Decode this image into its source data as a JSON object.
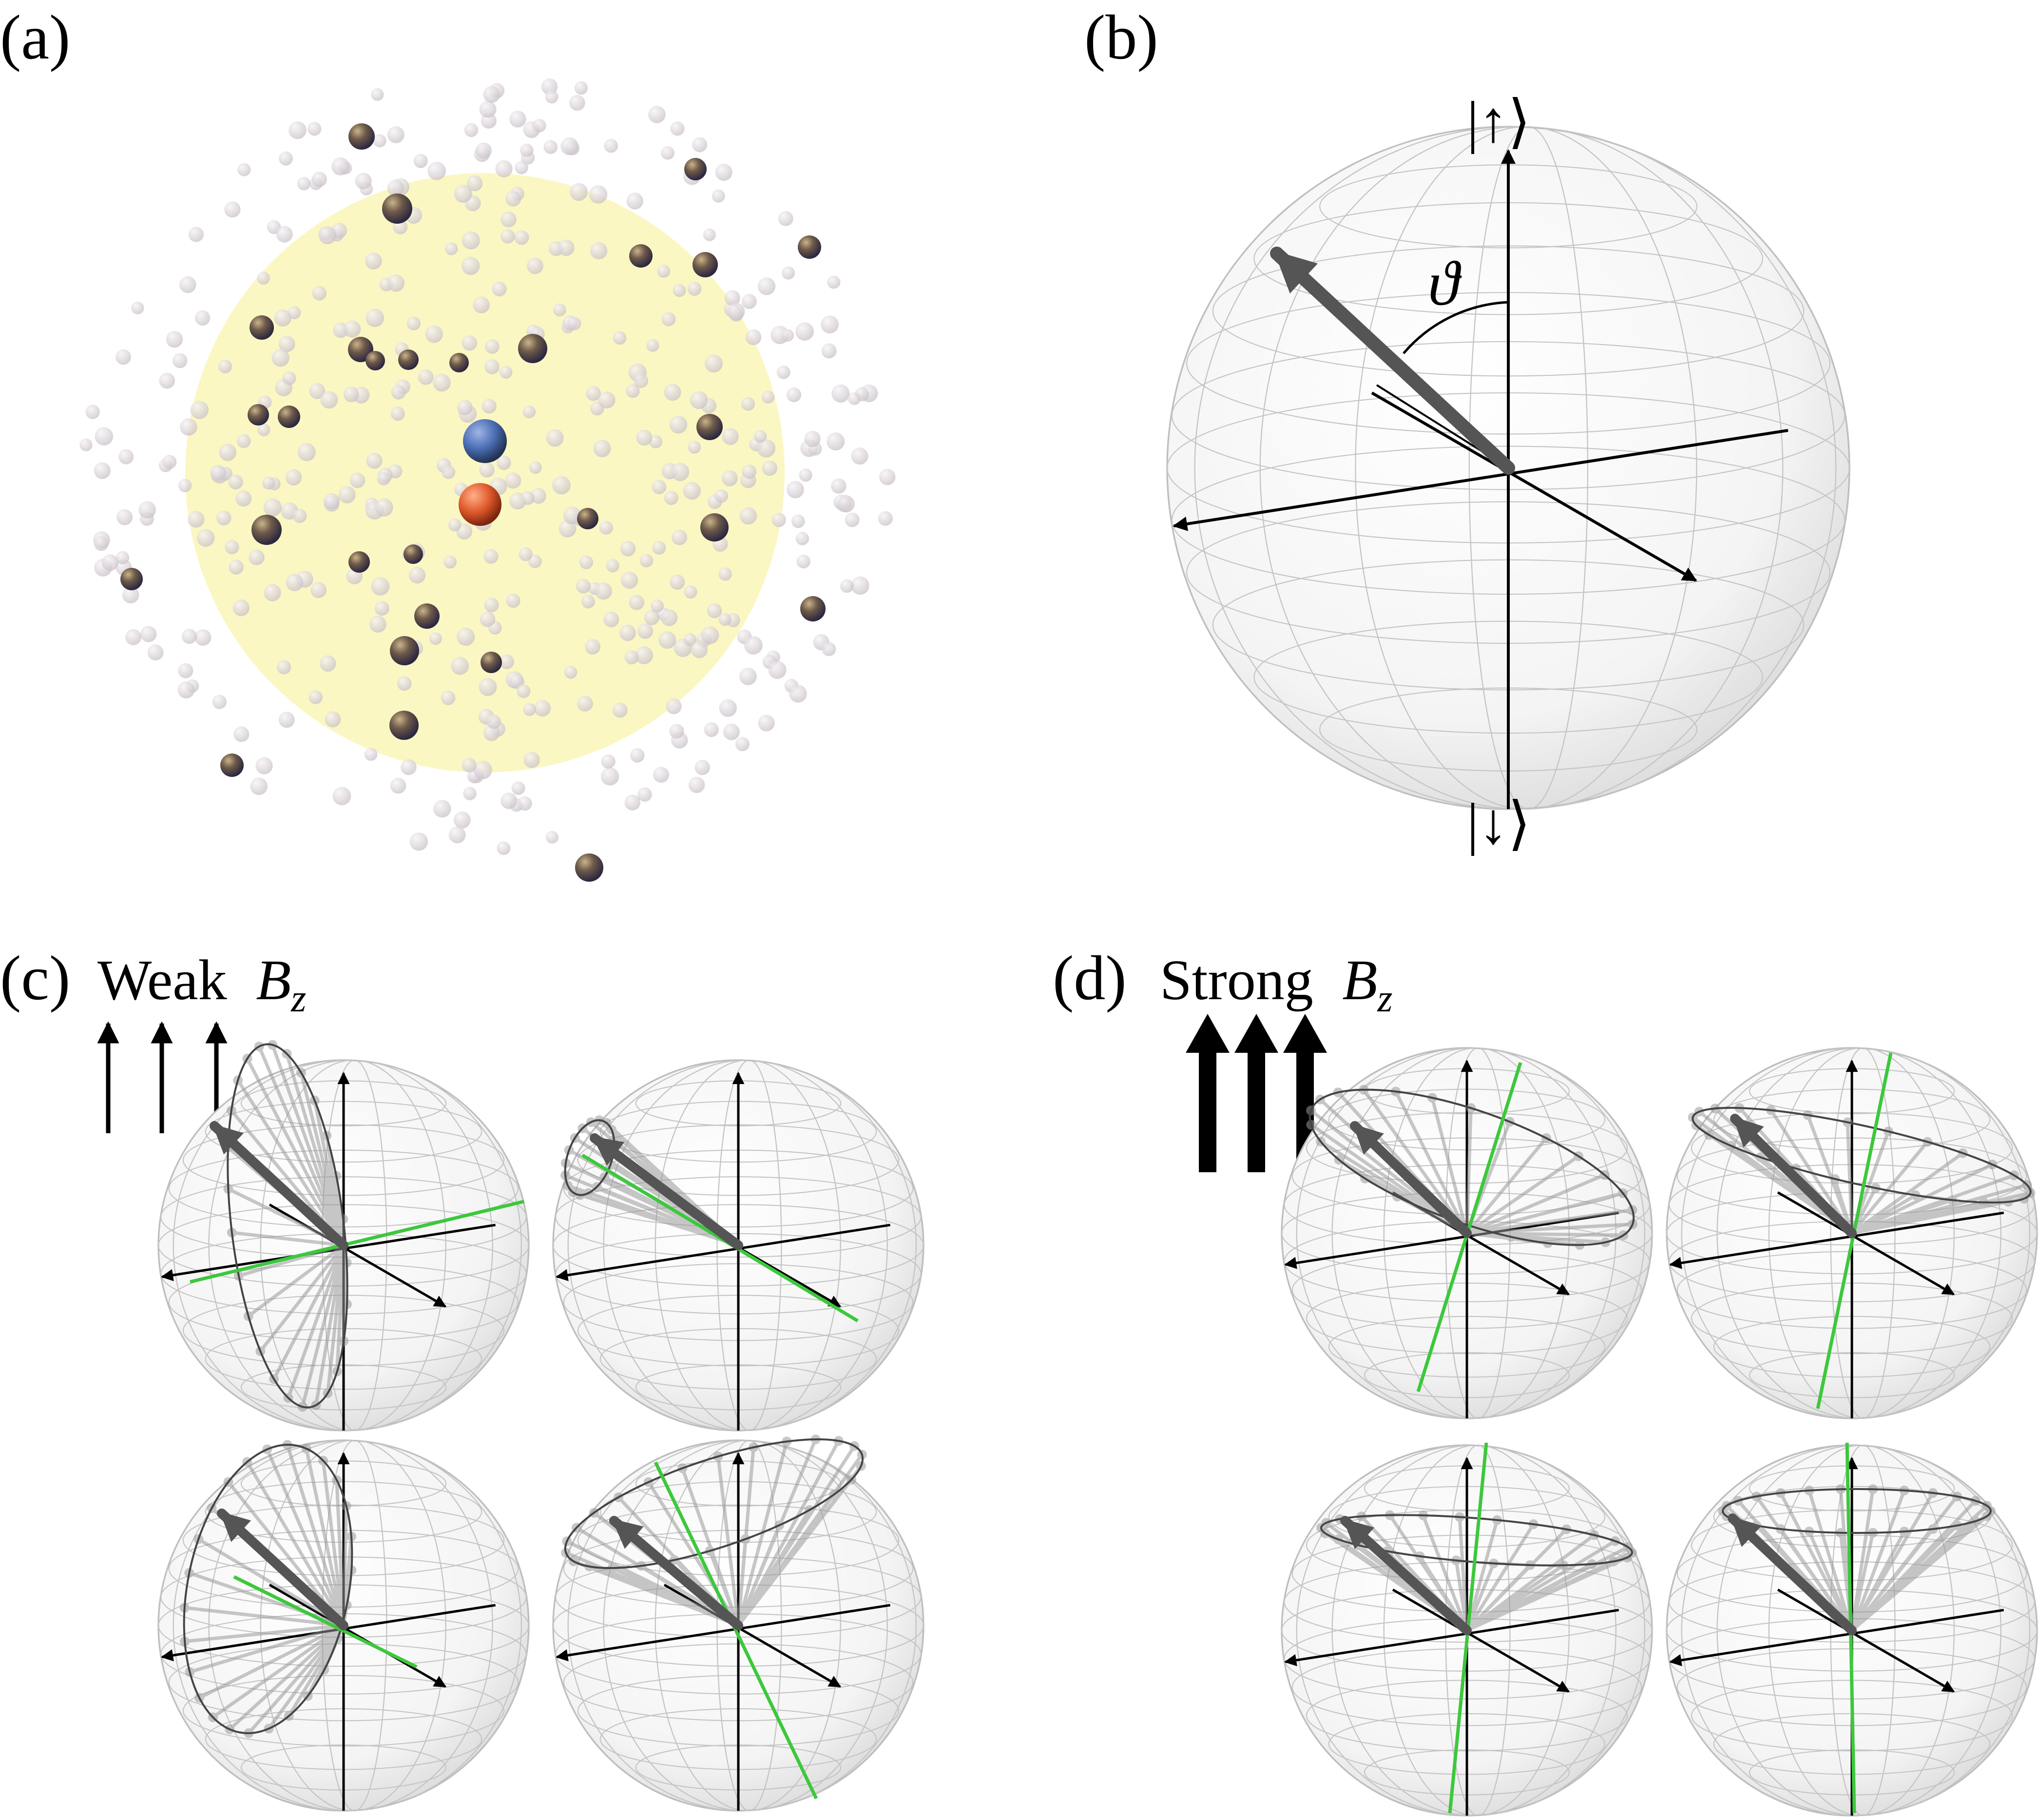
{
  "figure": {
    "panels": [
      {
        "id": "a",
        "label": "(a)"
      },
      {
        "id": "b",
        "label": "(b)",
        "ket_up": "|↑⟩",
        "ket_down": "|↓⟩",
        "angle_symbol": "ϑ"
      },
      {
        "id": "c",
        "label": "(c)",
        "caption_word": "Weak",
        "caption_symbol": "B",
        "caption_subscript": "z"
      },
      {
        "id": "d",
        "label": "(d)",
        "caption_word": "Strong",
        "caption_symbol": "B",
        "caption_subscript": "z"
      }
    ],
    "colors": {
      "highlight_disk": "#fbf7c2",
      "central_spin_up": "#4a6db4",
      "central_spin_down": "#e0582a",
      "bath_spin": "#6e5a4a",
      "faint_spin": "#d9d3d8",
      "effective_field_axis": "#3cc83c",
      "sphere_grid": "#bdbdbd"
    }
  }
}
